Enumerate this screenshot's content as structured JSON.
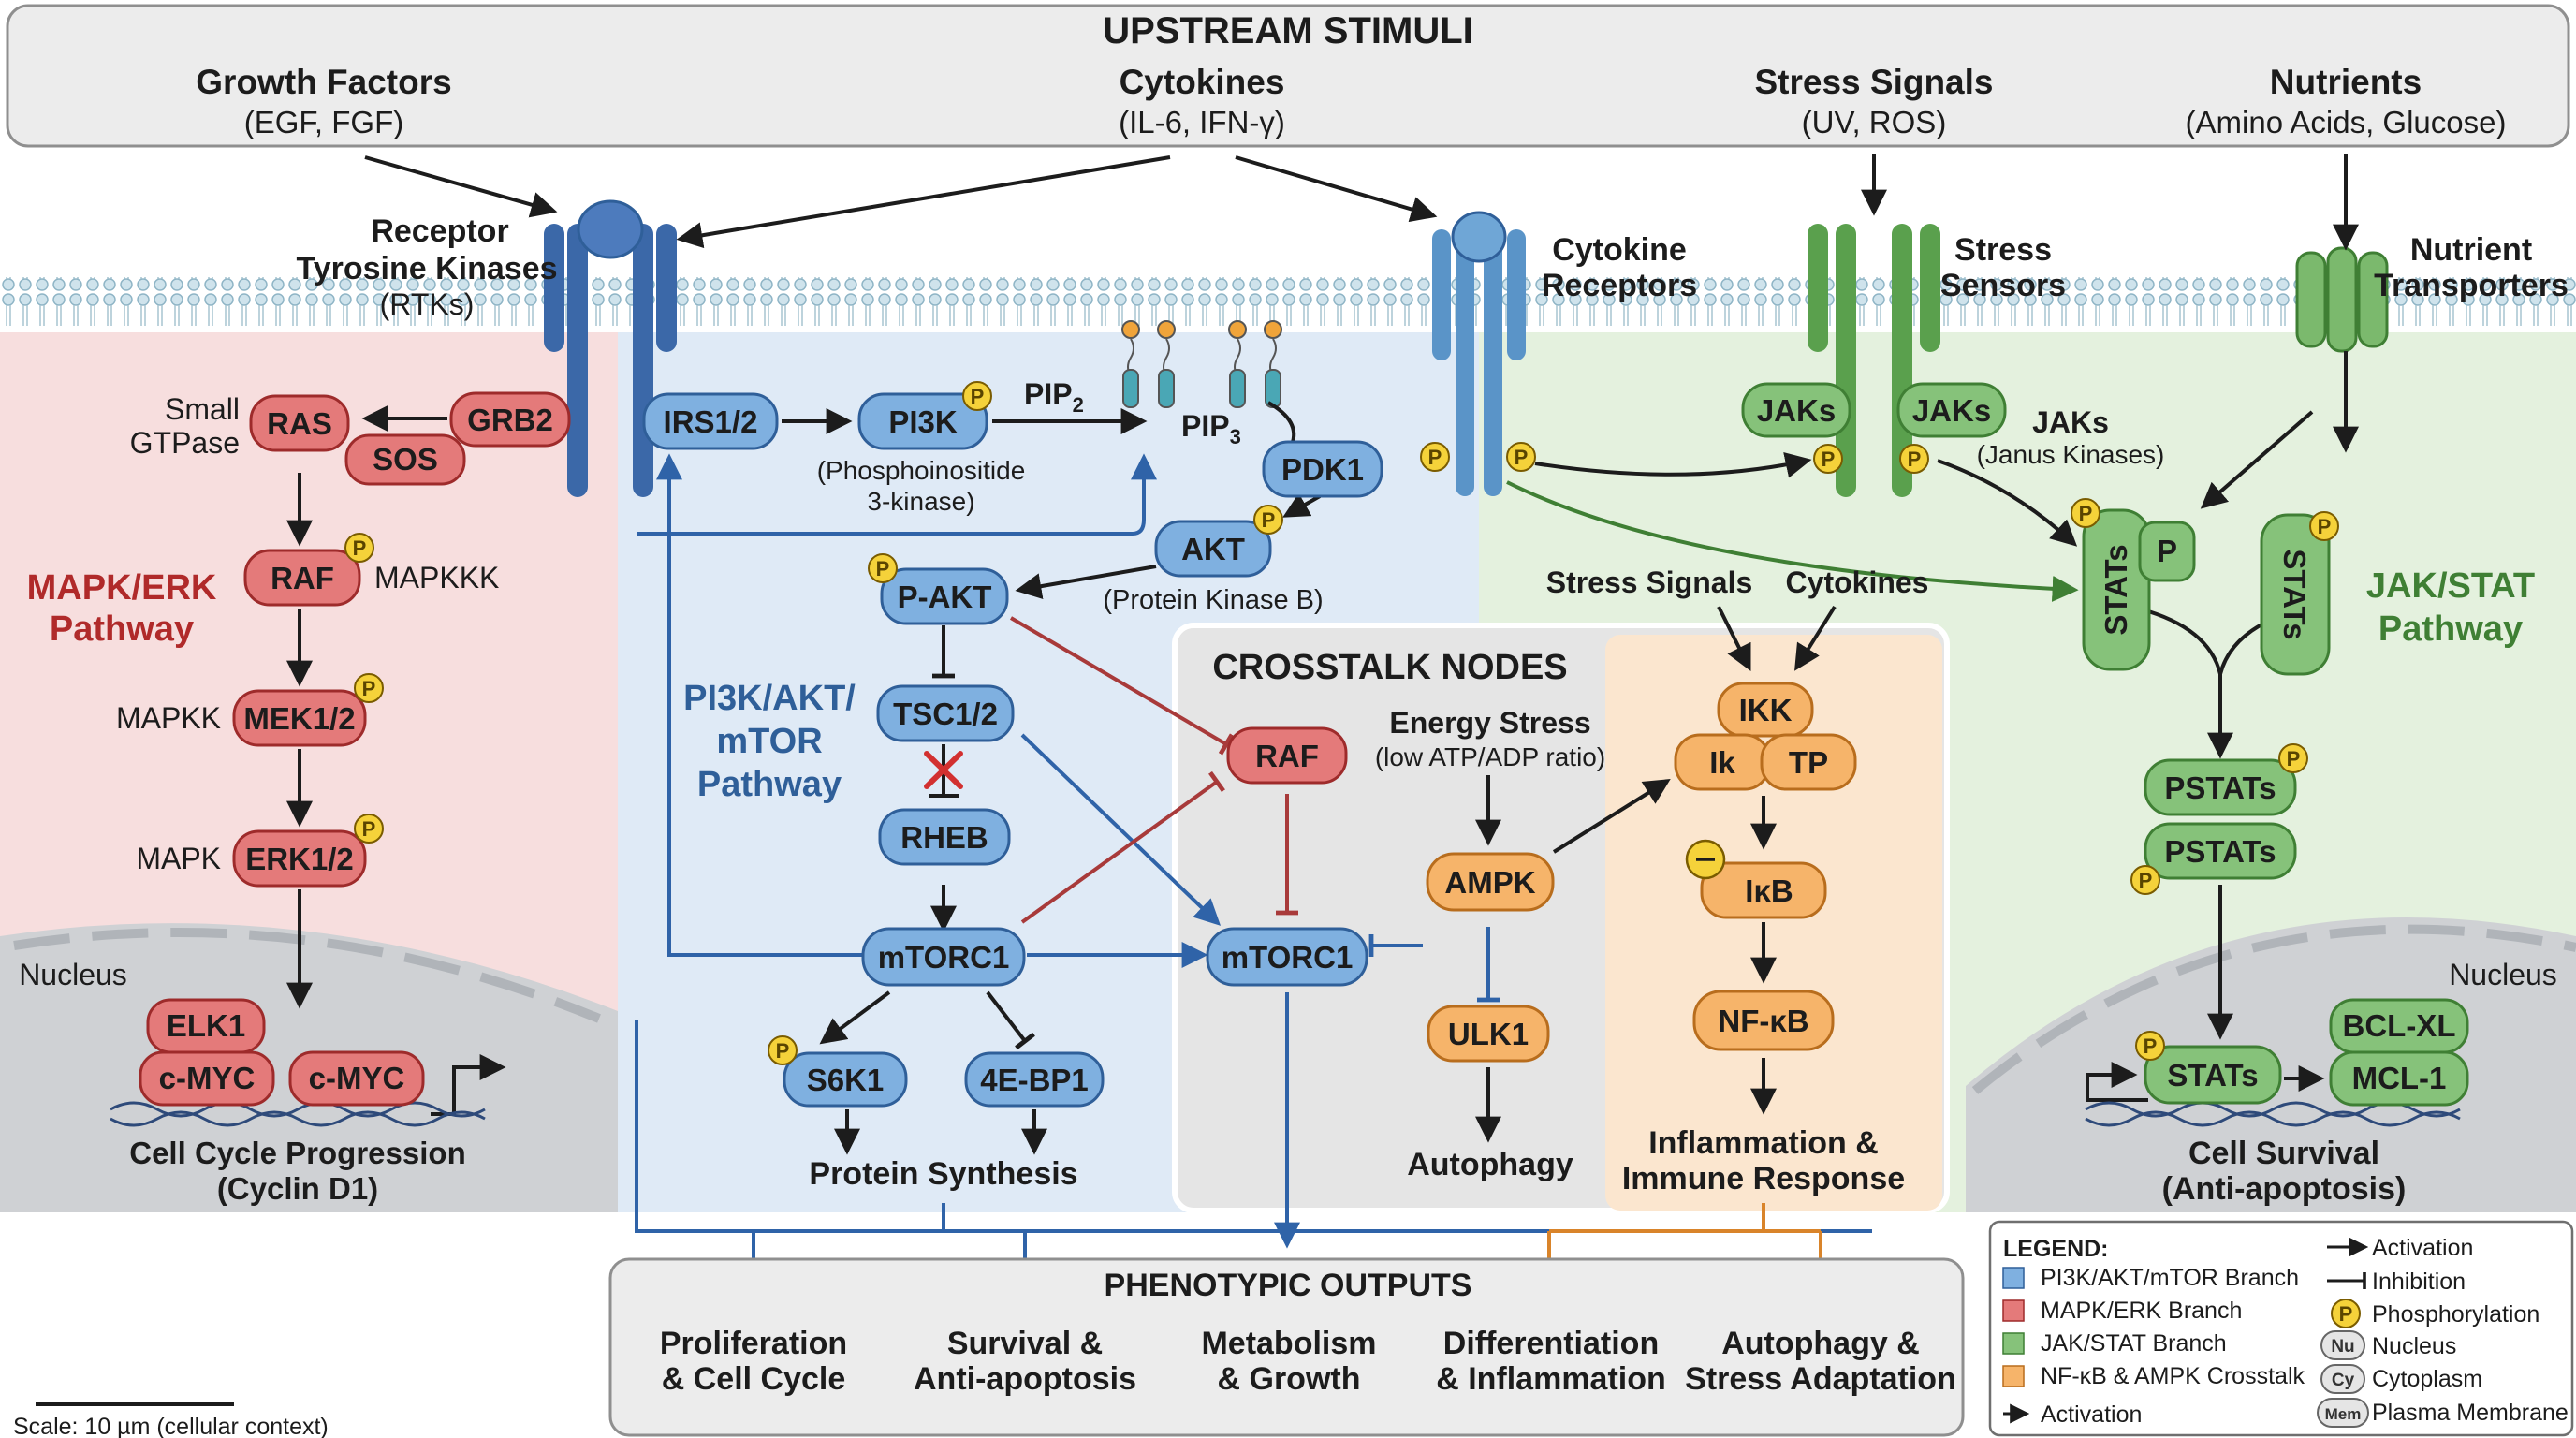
{
  "colors": {
    "pi3k_fill": "#7fb0e0",
    "pi3k_stroke": "#2f5f99",
    "pi3k_region": "#dfeaf6",
    "mapk_fill": "#e47a7a",
    "mapk_stroke": "#9e2b2b",
    "mapk_region": "#f7dede",
    "jak_fill": "#86c27a",
    "jak_stroke": "#3f7f34",
    "jak_region": "#e4f1de",
    "nfkb_fill": "#f6b46a",
    "nfkb_stroke": "#b86d1d",
    "nfkb_region": "#fbe6cf",
    "crosstalk_region": "#e5e5e5",
    "phospho": "#f5d23a",
    "blue_arrow": "#2f63a8",
    "red_arrow": "#a83a3a",
    "green_arrow": "#3f7f34",
    "orange_arrow": "#d9842a"
  },
  "stimuli": {
    "title": "UPSTREAM STIMULI",
    "growth": {
      "name": "Growth Factors",
      "sub": "(EGF, FGF)"
    },
    "cytokines": {
      "name": "Cytokines",
      "sub": "(IL-6, IFN-γ)"
    },
    "stress": {
      "name": "Stress Signals",
      "sub": "(UV, ROS)"
    },
    "nutrients": {
      "name": "Nutrients",
      "sub": "(Amino Acids, Glucose)"
    }
  },
  "receptors": {
    "rtk1": "Receptor",
    "rtk2": "Tyrosine Kinases",
    "rtk3": "(RTKs)",
    "cyto1": "Cytokine",
    "cyto2": "Receptors",
    "stress1": "Stress",
    "stress2": "Sensors",
    "nutr1": "Nutrient",
    "nutr2": "Transporters"
  },
  "mapk": {
    "small1": "Small",
    "small2": "GTPase",
    "ras": "RAS",
    "grb2": "GRB2",
    "sos": "SOS",
    "raf": "RAF",
    "mapkkk": "MAPKKK",
    "mek": "MEK1/2",
    "mapkk": "MAPKK",
    "erk": "ERK1/2",
    "mapk_label": "MAPK",
    "title1": "MAPK/ERK",
    "title2": "Pathway",
    "nucleus": "Nucleus",
    "elk1": "ELK1",
    "cmyc1": "c-MYC",
    "cmyc2": "c-MYC",
    "out1": "Cell Cycle Progression",
    "out2": "(Cyclin D1)"
  },
  "pi3k": {
    "irs": "IRS1/2",
    "pi3k": "PI3K",
    "pi3k_sub1": "(Phosphoinositide",
    "pi3k_sub2": "3-kinase)",
    "pip2": "PIP",
    "pip2_sub": "2",
    "pip3": "PIP",
    "pip3_sub": "3",
    "pdk1": "PDK1",
    "akt": "AKT",
    "akt_sub": "(Protein Kinase B)",
    "pakt": "P-AKT",
    "tsc": "TSC1/2",
    "rheb": "RHEB",
    "mtorc1": "mTORC1",
    "s6k1": "S6K1",
    "ebp1": "4E-BP1",
    "title1": "PI3K/AKT/",
    "title2": "mTOR",
    "title3": "Pathway",
    "out": "Protein Synthesis"
  },
  "crosstalk": {
    "title": "CROSSTALK NODES",
    "raf": "RAF",
    "mtorc1": "mTORC1",
    "energy1": "Energy Stress",
    "energy2": "(low ATP/ADP ratio)",
    "ampk": "AMPK",
    "ulk1": "ULK1",
    "autophagy": "Autophagy"
  },
  "nfkb": {
    "stress": "Stress Signals",
    "cytokines": "Cytokines",
    "ikk": "IKK",
    "ik": "Ik",
    "tp": "TP",
    "ikb": "IκB",
    "nfkb": "NF-κB",
    "out1": "Inflammation &",
    "out2": "Immune Response"
  },
  "jak": {
    "jak1": "JAKs",
    "jak2": "JAKs",
    "jak_label": "JAKs",
    "jak_sub": "(Janus Kinases)",
    "stat_a": "STATs",
    "stat_p": "P",
    "stat_b": "STATs",
    "title1": "JAK/STAT",
    "title2": "Pathway",
    "pstat1": "PSTATs",
    "pstat2": "PSTATs",
    "nucleus": "Nucleus",
    "stats_n": "STATs",
    "bclxl": "BCL-XL",
    "mcl1": "MCL-1",
    "out1": "Cell Survival",
    "out2": "(Anti-apoptosis)"
  },
  "phospho_label": "P",
  "phenotypes": {
    "title": "PHENOTYPIC OUTPUTS",
    "items": [
      {
        "l1": "Proliferation",
        "l2": "& Cell Cycle"
      },
      {
        "l1": "Survival &",
        "l2": "Anti-apoptosis"
      },
      {
        "l1": "Metabolism",
        "l2": "& Growth"
      },
      {
        "l1": "Differentiation",
        "l2": "& Inflammation"
      },
      {
        "l1": "Autophagy &",
        "l2": "Stress Adaptation"
      }
    ]
  },
  "legend": {
    "title": "LEGEND:",
    "items": [
      {
        "label": "PI3K/AKT/mTOR Branch",
        "color": "#7fb0e0"
      },
      {
        "label": "MAPK/ERK Branch",
        "color": "#e47a7a"
      },
      {
        "label": "JAK/STAT Branch",
        "color": "#86c27a"
      },
      {
        "label": "NF-κB & AMPK Crosstalk",
        "color": "#f6b46a"
      }
    ],
    "activation_left": "Activation",
    "activation": "Activation",
    "inhibition": "Inhibition",
    "phosphorylation": "Phosphorylation",
    "nucleus_badge": "Nu",
    "nucleus": "Nucleus",
    "cyto_badge": "Cy",
    "cytoplasm": "Cytoplasm",
    "mem_badge": "Mem",
    "membrane": "Plasma Membrane"
  },
  "scale": "Scale: 10 µm (cellular context)"
}
